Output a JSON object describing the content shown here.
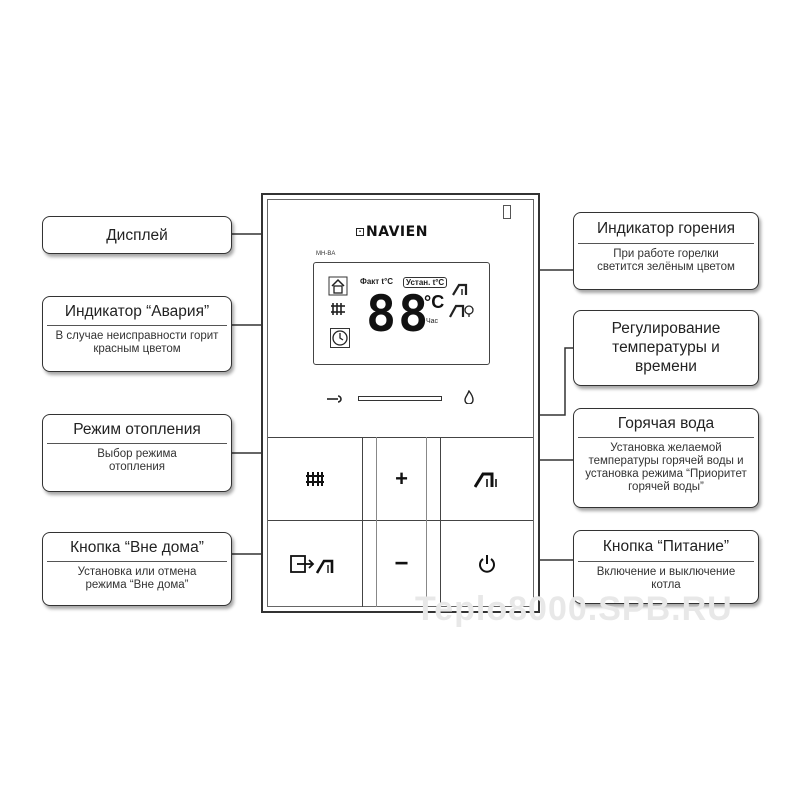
{
  "brand": "NAVIEN",
  "model_label": "MH-BA",
  "display": {
    "digits": "88",
    "unit": "°C",
    "unit_sub": "Час",
    "fact_label": "Факт t°C",
    "set_label": "Устан. t°C"
  },
  "callouts": {
    "display": {
      "title": "Дисплей"
    },
    "alarm": {
      "title": "Индикатор “Авария”",
      "desc": "В случае неисправности горит красным цветом"
    },
    "heating_mode": {
      "title": "Режим отопления",
      "desc": "Выбор режима отопления"
    },
    "away": {
      "title": "Кнопка “Вне дома”",
      "desc": "Установка или отмена режима “Вне дома”"
    },
    "burner": {
      "title": "Индикатор горения",
      "desc": "При работе горелки светится зелёным цветом"
    },
    "temp_time": {
      "title": "Регулирование температуры и времени"
    },
    "hot_water": {
      "title": "Горячая вода",
      "desc": "Установка желаемой температуры горячей воды и установка режима “Приоритет горячей воды”"
    },
    "power": {
      "title": "Кнопка “Питание”",
      "desc": "Включение и выключение котла"
    }
  },
  "buttons": {
    "plus": "+",
    "minus": "−"
  },
  "watermark": "Teplo8000.SPB.RU",
  "colors": {
    "line": "#333333",
    "panel_border": "#333333"
  }
}
